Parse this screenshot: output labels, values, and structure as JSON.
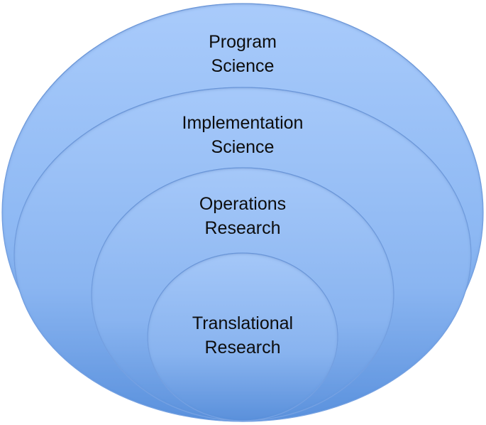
{
  "diagram": {
    "layers": [
      {
        "line1": "Program",
        "line2": "Science"
      },
      {
        "line1": "Implementation",
        "line2": "Science"
      },
      {
        "line1": "Operations",
        "line2": "Research"
      },
      {
        "line1": "Translational",
        "line2": "Research"
      }
    ],
    "colors": {
      "fill_light": "#a7cbff",
      "fill_mid": "#8bb7f5",
      "fill_dark": "#5c93e0",
      "text": "#0d0d0d"
    }
  }
}
